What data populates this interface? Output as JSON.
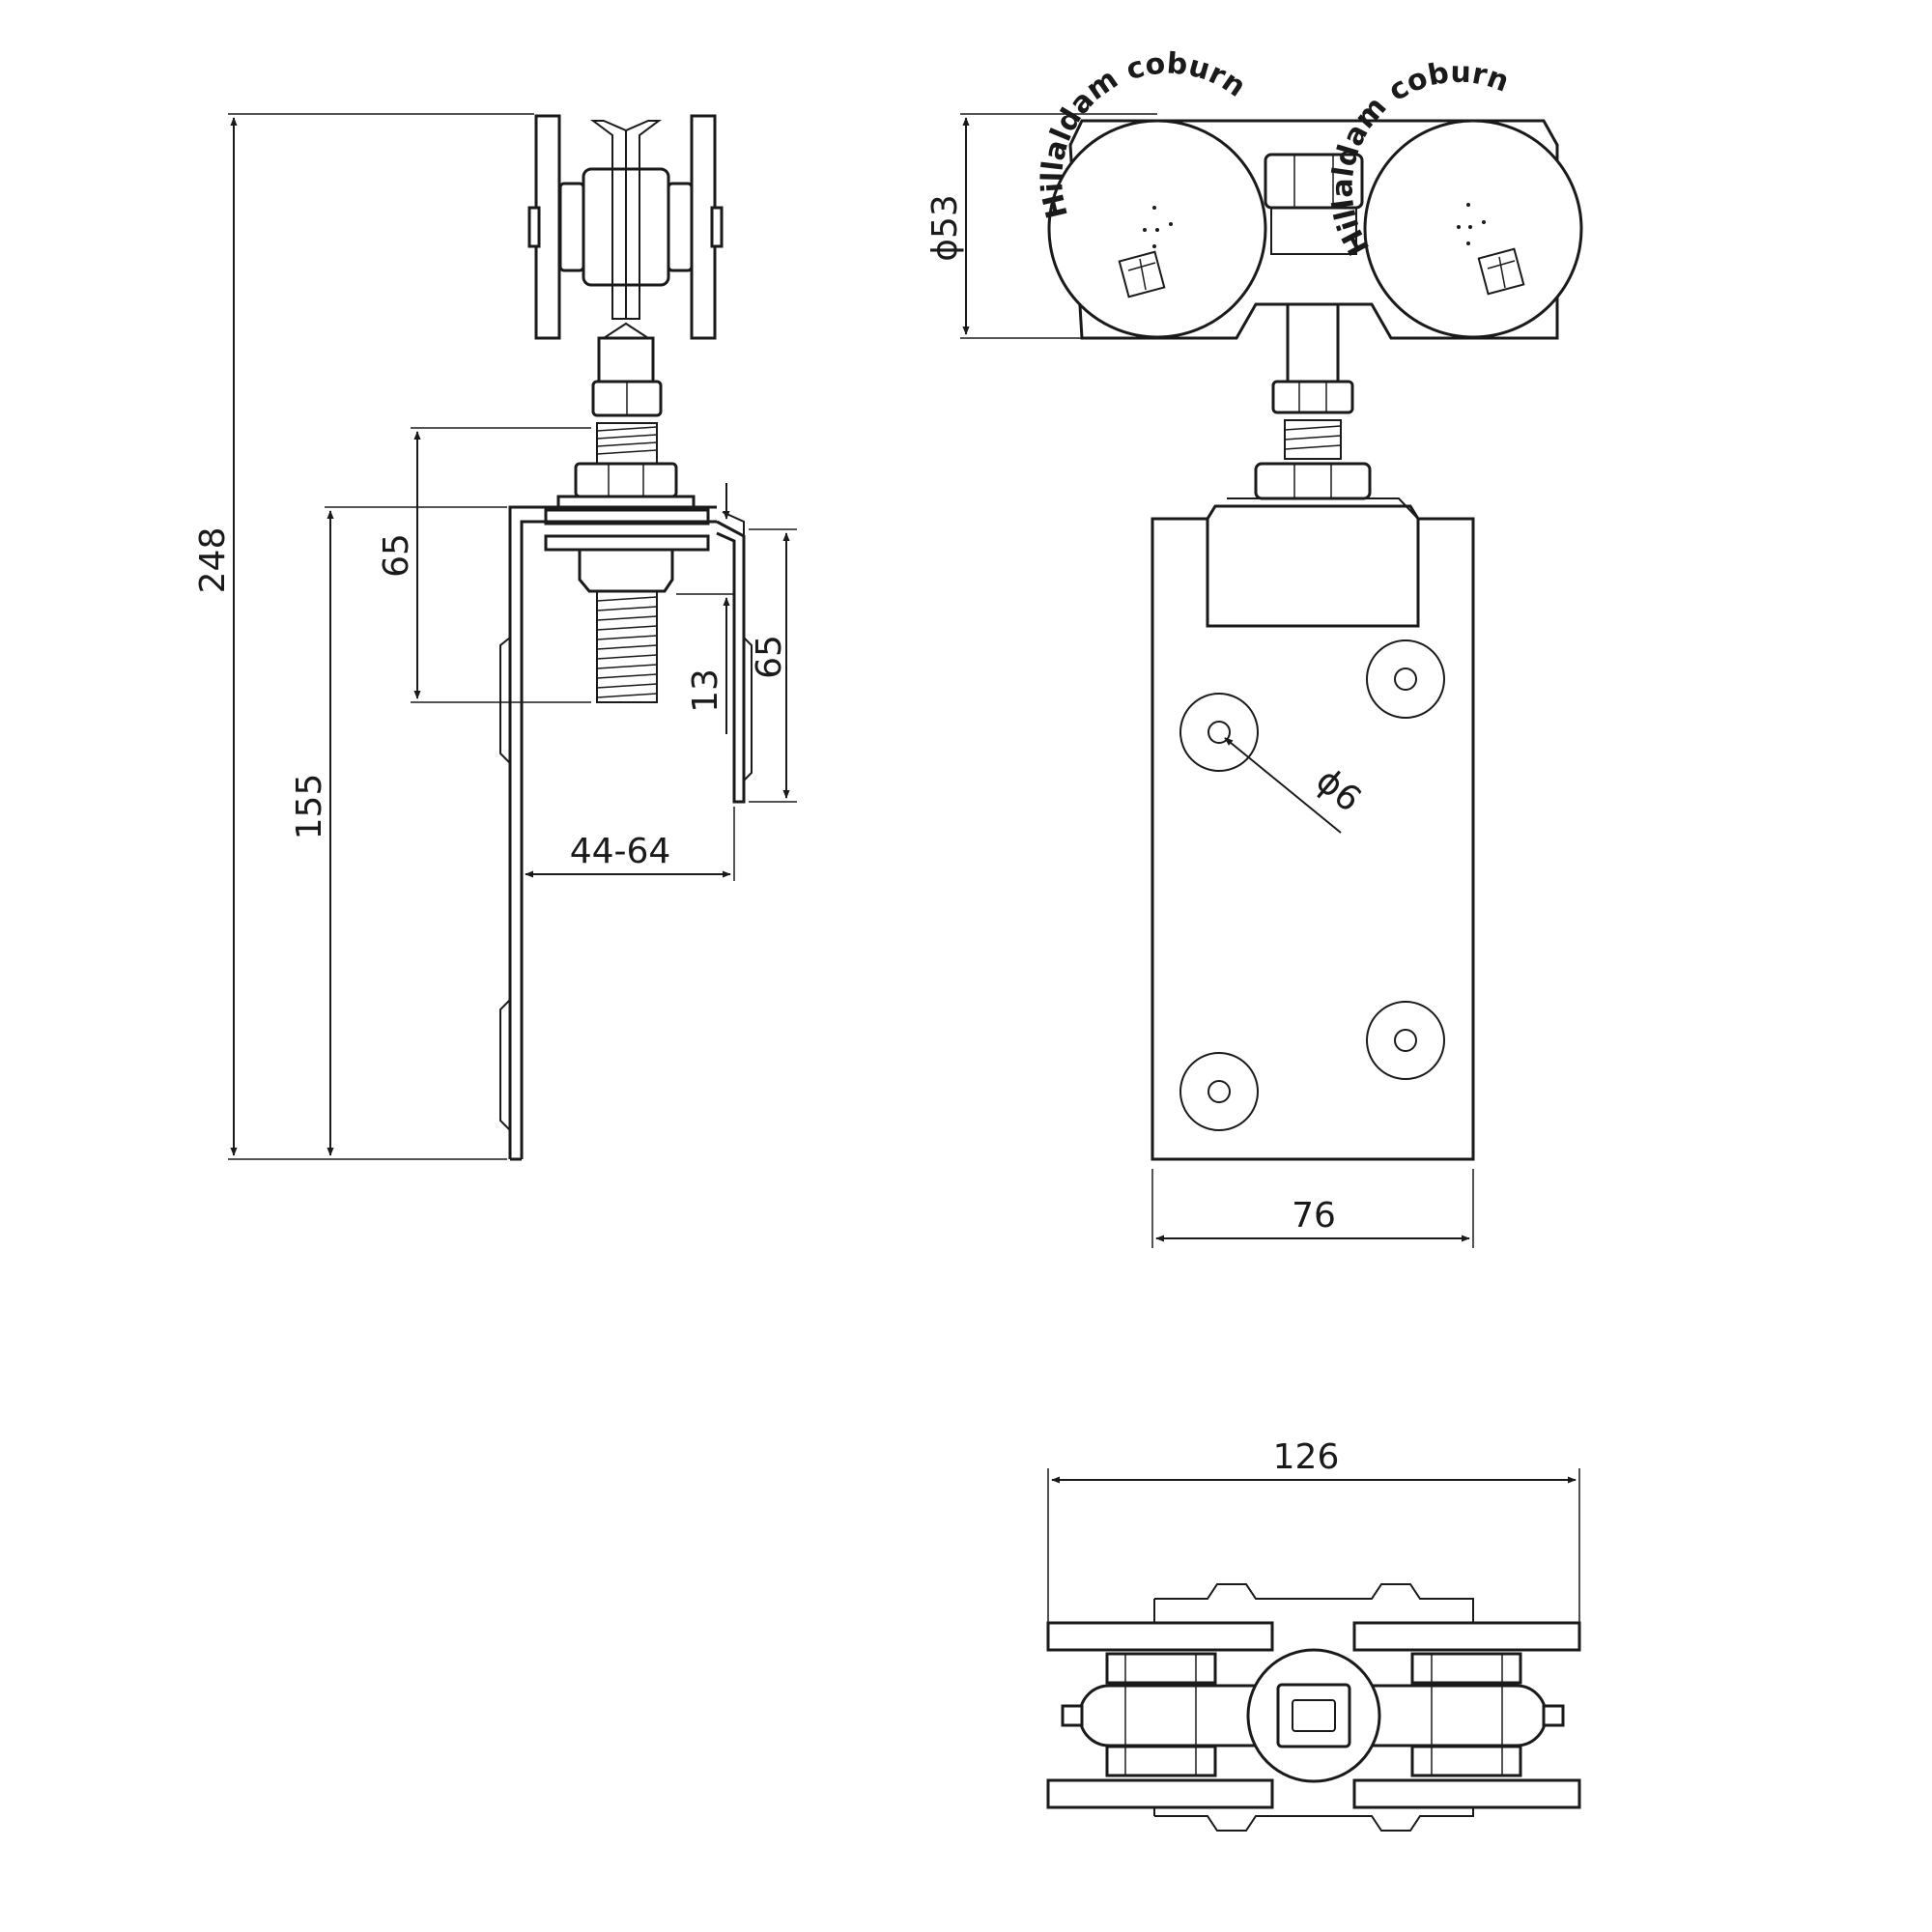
{
  "side_view": {
    "dims": {
      "overall_height": "248",
      "bracket_height": "155",
      "bolt_length": "65",
      "plate_height": "65",
      "offset": "13",
      "gap": "44-64"
    }
  },
  "front_view": {
    "brand": "Hillaldam coburn",
    "dims": {
      "wheel_diameter": "ϕ53",
      "hole_diameter": "ϕ6",
      "plate_width": "76"
    }
  },
  "top_view": {
    "dims": {
      "overall_width": "126"
    }
  }
}
